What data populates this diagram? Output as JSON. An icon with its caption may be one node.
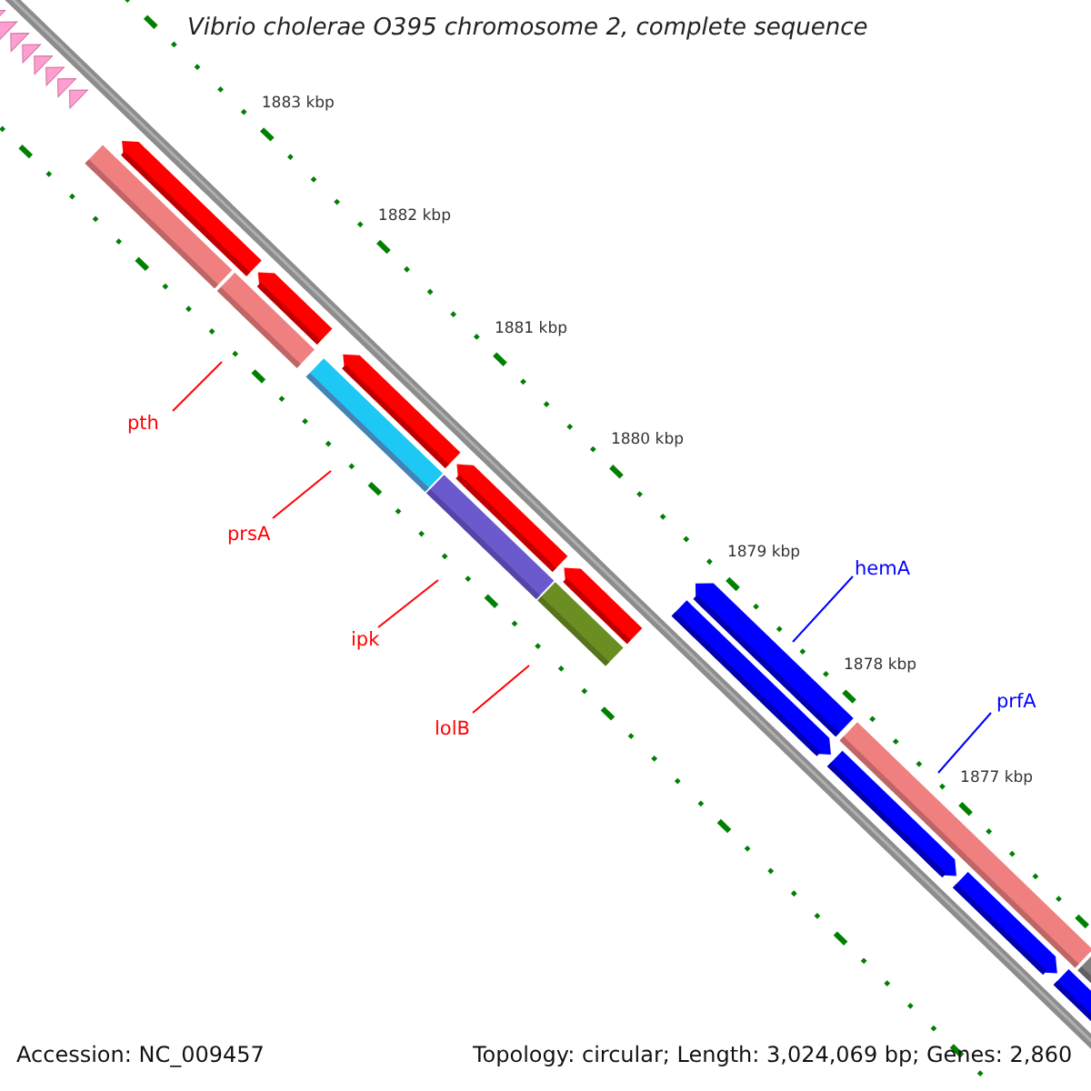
{
  "diagram": {
    "title": "Vibrio cholerae O395 chromosome 2, complete sequence",
    "nodes": [
      {
        "text": [
          "pth"
        ]
      },
      {
        "text": [
          "prsA"
        ]
      },
      {
        "text": [
          "ipk"
        ]
      },
      {
        "text": [
          "lolB"
        ]
      },
      {
        "text": [
          "hemA"
        ]
      },
      {
        "text": [
          "prfA"
        ]
      }
    ],
    "edges": [
      {
        "from": 0,
        "to": null,
        "arrow": "none"
      },
      {
        "from": 1,
        "to": null,
        "arrow": "none"
      },
      {
        "from": 2,
        "to": null,
        "arrow": "none"
      },
      {
        "from": 3,
        "to": null,
        "arrow": "none"
      },
      {
        "from": 4,
        "to": null,
        "arrow": "none",
        "color": "#0000ff"
      },
      {
        "from": 5,
        "to": null,
        "arrow": "none",
        "color": "#0000ff"
      }
    ],
    "labels": [
      "1883 kbp",
      "1882 kbp",
      "1881 kbp",
      "1880 kbp",
      "1879 kbp",
      "1878 kbp",
      "1877 kbp",
      "Accession: NC_009457",
      "Topology: circular; Length: 3,024,069 bp; Genes: 2,860"
    ]
  }
}
